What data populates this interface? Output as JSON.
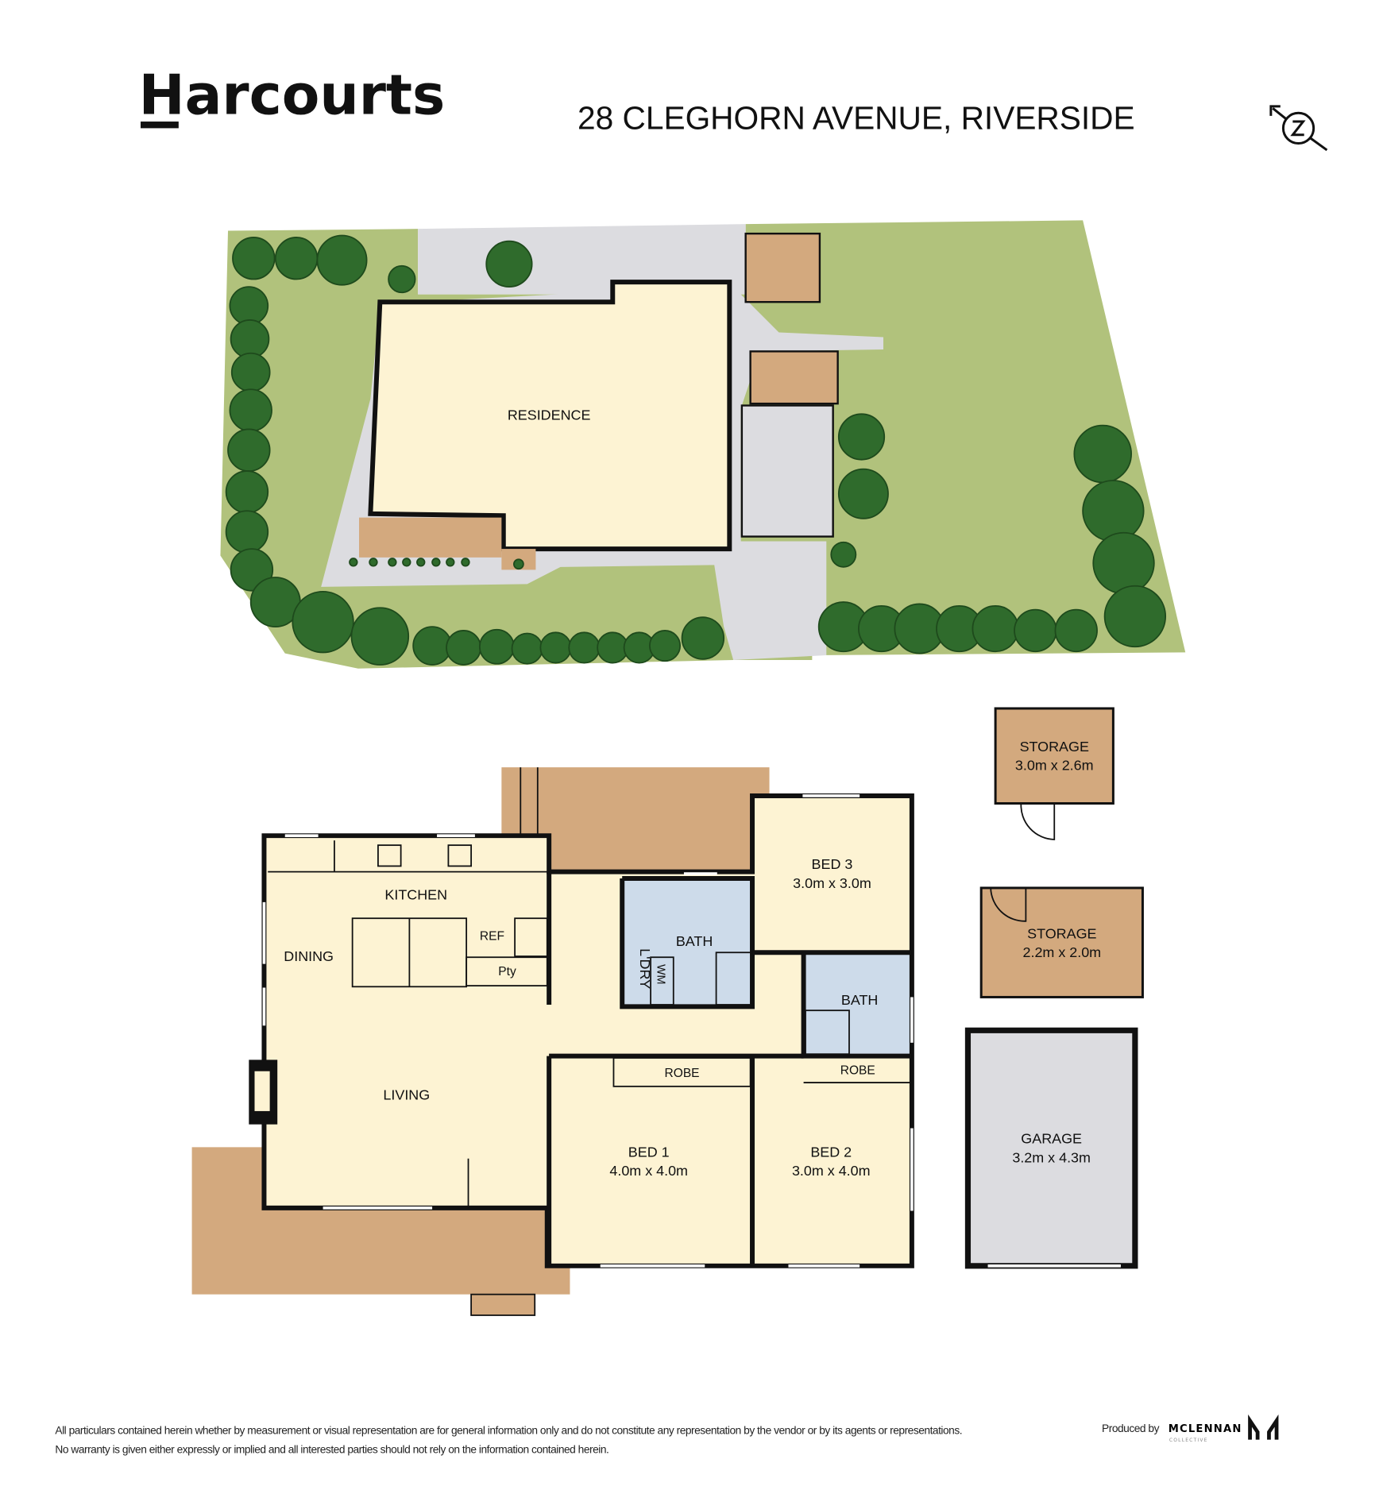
{
  "header": {
    "logo": "Harcourts",
    "address": "28 CLEGHORN AVENUE, RIVERSIDE",
    "compass_icon": "north-arrow-icon"
  },
  "site_plan": {
    "residence_label": "RESIDENCE"
  },
  "floor_plan": {
    "kitchen": "KITCHEN",
    "dining": "DINING",
    "living": "LIVING",
    "ref": "REF",
    "pantry": "Pty",
    "laundry": "L'DRY",
    "wm": "WM",
    "bath1": "BATH",
    "bath2": "BATH",
    "robe1": "ROBE",
    "robe2": "ROBE",
    "bed1": {
      "name": "BED 1",
      "size": "4.0m x 4.0m"
    },
    "bed2": {
      "name": "BED 2",
      "size": "3.0m x 4.0m"
    },
    "bed3": {
      "name": "BED 3",
      "size": "3.0m x 3.0m"
    }
  },
  "outbuildings": {
    "storage1": {
      "name": "STORAGE",
      "size": "3.0m x 2.6m"
    },
    "storage2": {
      "name": "STORAGE",
      "size": "2.2m x 2.0m"
    },
    "garage": {
      "name": "GARAGE",
      "size": "3.2m x 4.3m"
    }
  },
  "footer": {
    "disclaimer_line1": "All particulars contained herein whether by measurement or visual representation are for general information only and do not constitute any representation by the vendor or by its agents or representations.",
    "disclaimer_line2": "No warranty is given either expressly or implied and all interested parties should not rely on the information contained herein.",
    "produced_by": "Produced by",
    "producer": "MCLENNAN",
    "producer_sub": "COLLECTIVE"
  },
  "colors": {
    "lawn": "#b1c27c",
    "paving": "#dcdce0",
    "deck": "#d3a97e",
    "interior": "#fdf3d3",
    "wet_area": "#cddbea",
    "tree": "#2f6b2c"
  }
}
